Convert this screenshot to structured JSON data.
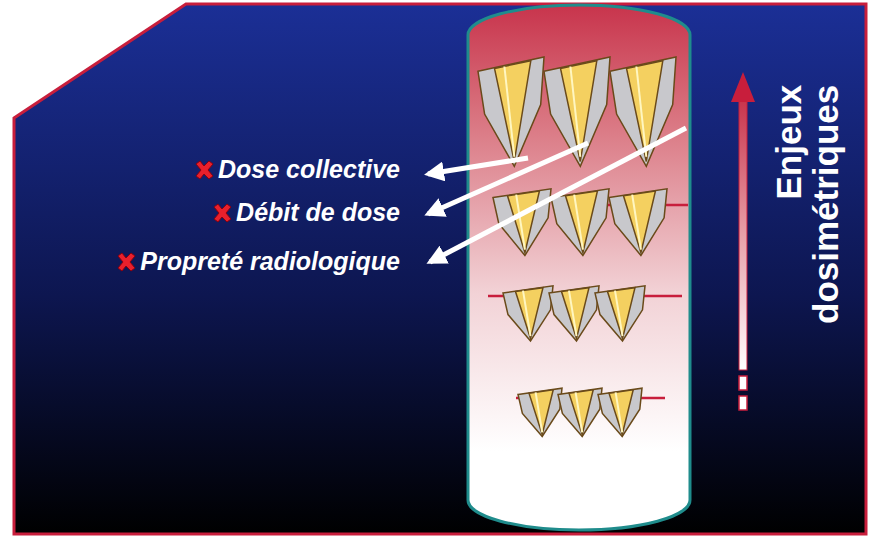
{
  "diagram": {
    "labels": [
      "Dose collective",
      "Débit de dose",
      "Propreté radiologique",
      "Enjeux dosimétriques"
    ]
  }
}
